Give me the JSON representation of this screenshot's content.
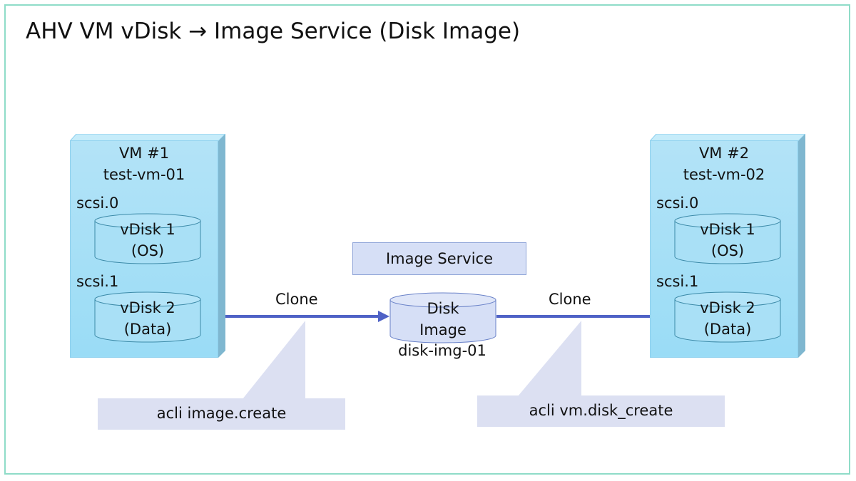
{
  "title": "AHV VM vDisk → Image Service (Disk Image)",
  "colors": {
    "frame": "#8fdcc8",
    "vm_fill": "#a6dff6",
    "arrow": "#4f62c6",
    "callout": "#dce0f2",
    "service_box": "#d6dff6"
  },
  "vms": [
    {
      "name": "VM #1",
      "hostname": "test-vm-01",
      "disks": [
        {
          "bus": "scsi.0",
          "label": "vDisk 1",
          "sub": "(OS)"
        },
        {
          "bus": "scsi.1",
          "label": "vDisk 2",
          "sub": "(Data)"
        }
      ]
    },
    {
      "name": "VM #2",
      "hostname": "test-vm-02",
      "disks": [
        {
          "bus": "scsi.0",
          "label": "vDisk 1",
          "sub": "(OS)"
        },
        {
          "bus": "scsi.1",
          "label": "vDisk 2",
          "sub": "(Data)"
        }
      ]
    }
  ],
  "image_service": {
    "label": "Image Service",
    "disk_line1": "Disk",
    "disk_line2": "Image",
    "image_name": "disk-img-01"
  },
  "arrows": [
    {
      "label": "Clone",
      "command": "acli image.create"
    },
    {
      "label": "Clone",
      "command": "acli vm.disk_create"
    }
  ]
}
